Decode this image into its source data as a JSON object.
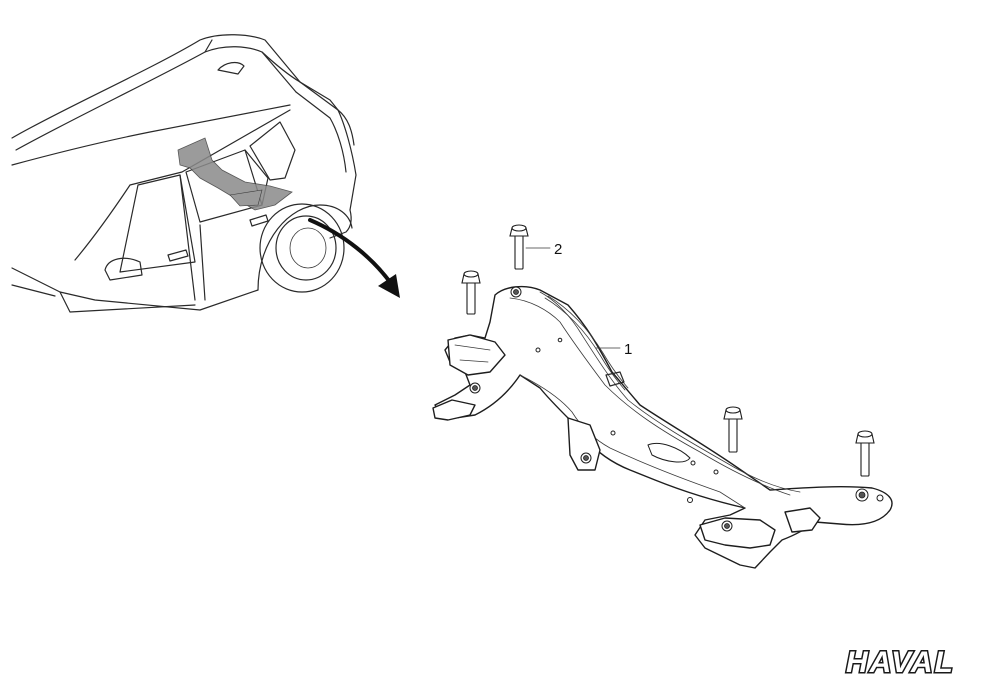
{
  "callouts": [
    {
      "number": "1",
      "part": "crossmember"
    },
    {
      "number": "2",
      "part": "bolt"
    }
  ],
  "logo": {
    "text": "HAVAL"
  },
  "colors": {
    "line": "#1e1e1e",
    "highlight": "#8a8a8a",
    "background": "#ffffff"
  }
}
